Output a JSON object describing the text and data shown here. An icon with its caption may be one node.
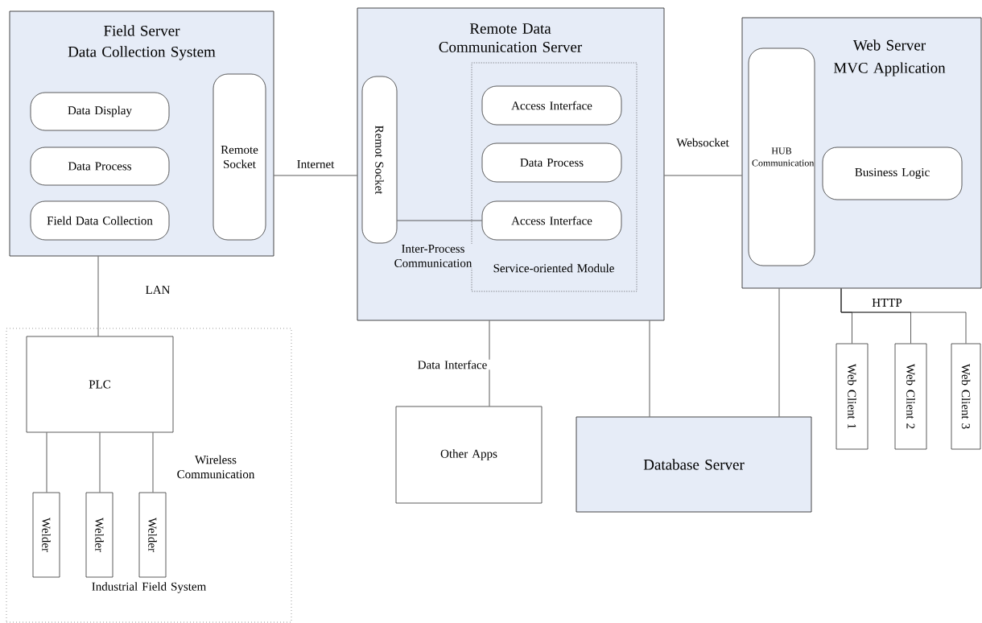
{
  "diagram": {
    "nodes": [
      {
        "text": [
          "Field Server",
          "Data Collection System"
        ]
      },
      {
        "text": [
          "Data Display"
        ],
        "in": 0
      },
      {
        "text": [
          "Data Process"
        ],
        "in": 0
      },
      {
        "text": [
          "Field Data Collection"
        ],
        "in": 0
      },
      {
        "text": [
          "Remote Socket"
        ],
        "in": 0
      },
      {
        "text": [
          "Remote Data Communication Server"
        ]
      },
      {
        "text": [
          "Remot Socket"
        ],
        "in": 5
      },
      {
        "text": [
          "Service-oriented Module"
        ],
        "in": 5
      },
      {
        "text": [
          "Access Interface"
        ],
        "in": 7
      },
      {
        "text": [
          "Data Process"
        ],
        "in": 7
      },
      {
        "text": [
          "Access Interface"
        ],
        "in": 7
      },
      {
        "text": [
          "Web Server",
          "MVC Application"
        ]
      },
      {
        "text": [
          "HUB Communication"
        ],
        "in": 11
      },
      {
        "text": [
          "Business Logic"
        ],
        "in": 11
      },
      {
        "text": [
          "Industrial Field System"
        ]
      },
      {
        "text": [
          "PLC"
        ],
        "in": 14
      },
      {
        "text": [
          "Welder"
        ],
        "in": 14
      },
      {
        "text": [
          "Welder"
        ],
        "in": 14
      },
      {
        "text": [
          "Welder"
        ],
        "in": 14
      },
      {
        "text": [
          "Other Apps"
        ]
      },
      {
        "text": [
          "Database Server"
        ]
      },
      {
        "text": [
          "Web Client 1"
        ]
      },
      {
        "text": [
          "Web Client 2"
        ]
      },
      {
        "text": [
          "Web Client 3"
        ]
      }
    ],
    "edges": [
      {
        "from": 0,
        "to": 5,
        "arrow": "none",
        "label": "Internet"
      },
      {
        "from": 5,
        "to": 11,
        "arrow": "none",
        "label": "Websocket"
      },
      {
        "from": 6,
        "to": 10,
        "arrow": "none",
        "label": "Inter-Process Communication"
      },
      {
        "from": 0,
        "to": 15,
        "arrow": "none",
        "label": "LAN"
      },
      {
        "from": 15,
        "to": 16,
        "arrow": "none"
      },
      {
        "from": 15,
        "to": 17,
        "arrow": "none"
      },
      {
        "from": 15,
        "to": 18,
        "arrow": "none",
        "label": "Wireless Communication"
      },
      {
        "from": 5,
        "to": 19,
        "arrow": "none",
        "label": "Data Interface"
      },
      {
        "from": 5,
        "to": 20,
        "arrow": "none"
      },
      {
        "from": 11,
        "to": 20,
        "arrow": "none"
      },
      {
        "from": 11,
        "to": 21,
        "arrow": "none"
      },
      {
        "from": 11,
        "to": 22,
        "arrow": "none",
        "label": "HTTP"
      },
      {
        "from": 11,
        "to": 23,
        "arrow": "none"
      }
    ]
  }
}
